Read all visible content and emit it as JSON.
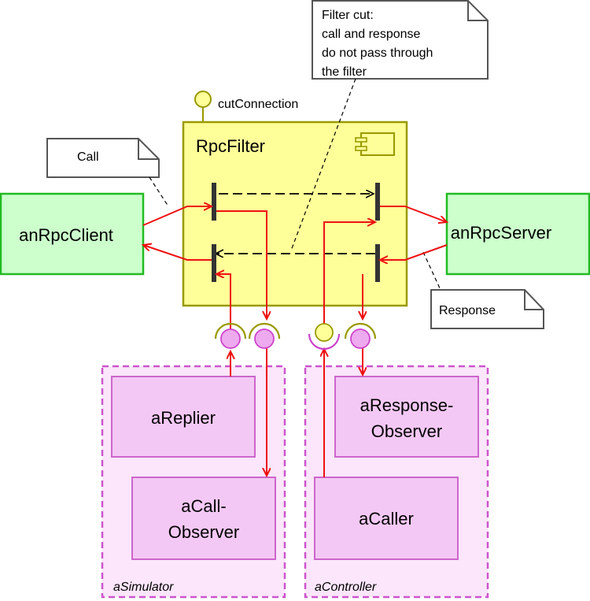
{
  "nodes": {
    "rpc_filter": {
      "label": "RpcFilter"
    },
    "client": {
      "label": "anRpcClient"
    },
    "server": {
      "label": "anRpcServer"
    },
    "simulator": {
      "label": "aSimulator"
    },
    "controller": {
      "label": "aController"
    },
    "replier": {
      "label": "aReplier"
    },
    "call_observer": {
      "line1": "aCall-",
      "line2": "Observer"
    },
    "response_observer": {
      "line1": "aResponse-",
      "line2": "Observer"
    },
    "caller": {
      "label": "aCaller"
    }
  },
  "interfaces": {
    "cut_connection": {
      "label": "cutConnection"
    }
  },
  "notes": {
    "filter_cut": {
      "lines": [
        "Filter cut:",
        "call and response",
        "do not pass through",
        "the filter"
      ]
    },
    "call": {
      "label": "Call"
    },
    "response": {
      "label": "Response"
    }
  },
  "colors": {
    "filter_fill": "#ffff99",
    "filter_stroke": "#999900",
    "node_fill": "#ccffcc",
    "node_stroke": "#22bb22",
    "part_fill": "#f4c8f4",
    "part_stroke": "#cc66cc",
    "group_fill": "#fbe6fb",
    "group_stroke": "#cc55cc",
    "port_fill": "#eeaaee",
    "port_stroke": "#cc44cc",
    "arrow": "#ee1111",
    "socket": "#999900"
  }
}
